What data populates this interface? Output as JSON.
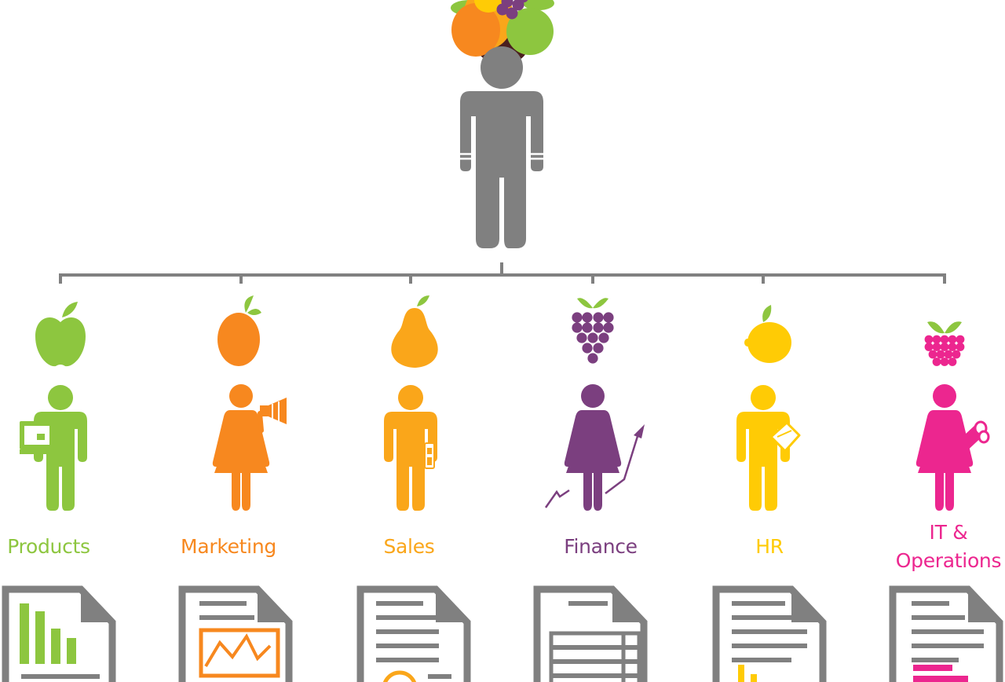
{
  "colors": {
    "leader": "#808080",
    "connector": "#808080",
    "document": "#808080"
  },
  "departments": [
    {
      "label": "Products",
      "fruit": "apple-icon",
      "color": "#8dc63f",
      "prop": "laptop-icon",
      "gender": "man",
      "doc": "bar-chart-document-icon"
    },
    {
      "label": "Marketing",
      "fruit": "orange-icon",
      "color": "#f7881f",
      "prop": "megaphone-icon",
      "gender": "woman",
      "doc": "line-chart-document-icon"
    },
    {
      "label": "Sales",
      "fruit": "pear-icon",
      "color": "#faa61a",
      "prop": "badge-icon",
      "gender": "man",
      "doc": "text-document-icon"
    },
    {
      "label": "Finance",
      "fruit": "grapes-icon",
      "color": "#7b3f7f",
      "prop": "trend-arrow-icon",
      "gender": "woman",
      "doc": "spreadsheet-document-icon"
    },
    {
      "label": "HR",
      "fruit": "lemon-icon",
      "color": "#ffcb05",
      "prop": "folder-icon",
      "gender": "man",
      "doc": "report-document-icon"
    },
    {
      "label": "IT &\nOperations",
      "fruit": "raspberry-icon",
      "color": "#ec268f",
      "prop": "blueprint-roll-icon",
      "gender": "woman",
      "doc": "list-document-icon"
    }
  ]
}
